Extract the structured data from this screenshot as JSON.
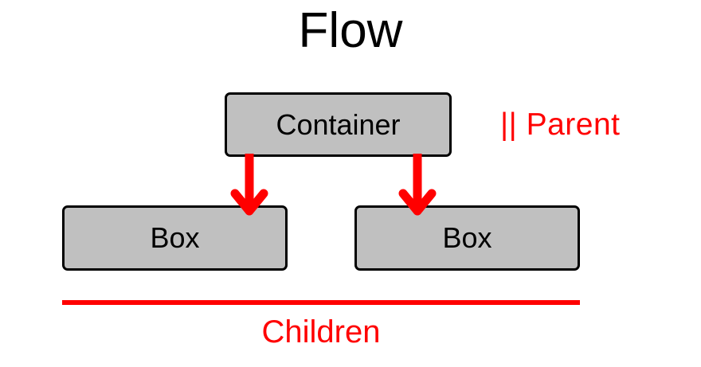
{
  "diagram": {
    "title": "Flow",
    "type": "flowchart",
    "colors": {
      "node_fill": "#C0C0C0",
      "node_border": "#000000",
      "annotation": "#FF0000",
      "title_text": "#000000",
      "background": "#FFFFFF"
    },
    "nodes": [
      {
        "id": "container",
        "label": "Container",
        "role": "parent"
      },
      {
        "id": "box-left",
        "label": "Box",
        "role": "child"
      },
      {
        "id": "box-right",
        "label": "Box",
        "role": "child"
      }
    ],
    "edges": [
      {
        "from": "container",
        "to": "box-left",
        "icon": "down-arrow-icon"
      },
      {
        "from": "container",
        "to": "box-right",
        "icon": "down-arrow-icon"
      }
    ],
    "annotations": {
      "parent": "|| Parent",
      "children": "Children"
    }
  }
}
